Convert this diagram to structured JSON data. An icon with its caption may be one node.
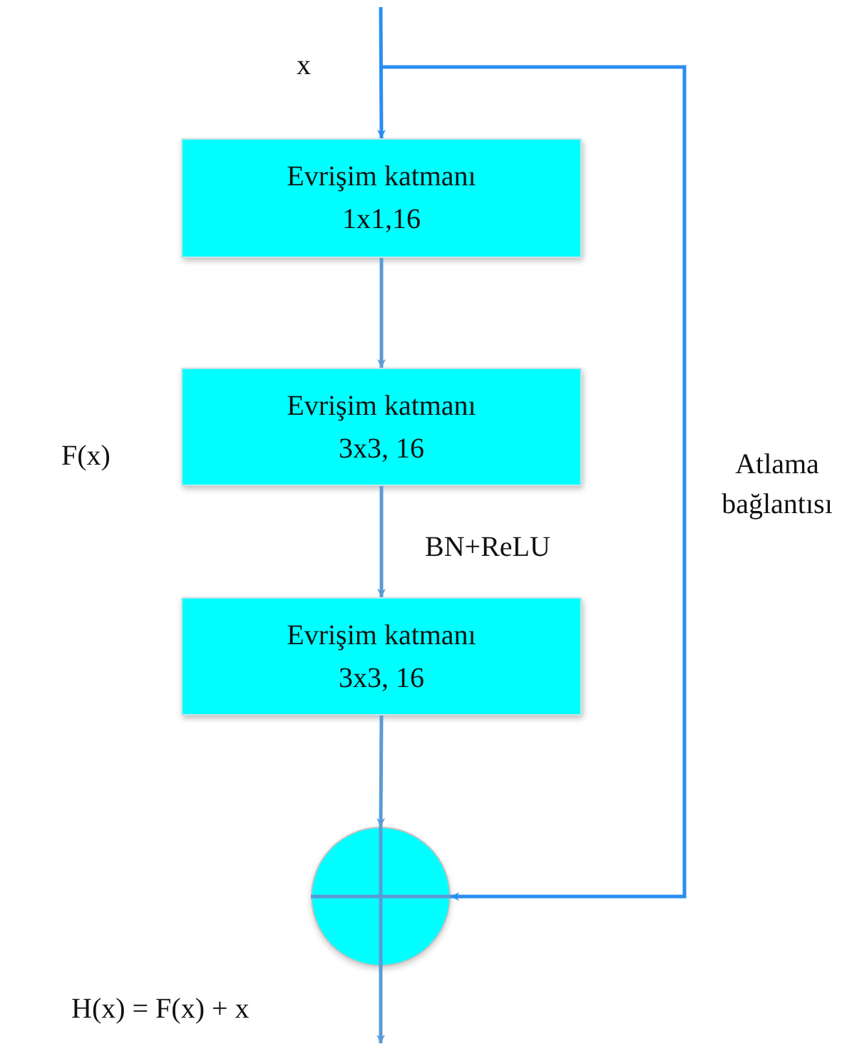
{
  "diagram": {
    "nodes": [
      {
        "text": [
          "Evrişim katmanı",
          "1x1,16"
        ]
      },
      {
        "text": [
          "Evrişim katmanı",
          "3x3, 16"
        ]
      },
      {
        "text": [
          "Evrişim katmanı",
          "3x3, 16"
        ]
      },
      {
        "text": [],
        "shape": "circle"
      }
    ],
    "edges": [
      {
        "from": null,
        "to": 0,
        "arrow": "to",
        "color": "#2a8ef0"
      },
      {
        "from": null,
        "to": 3,
        "arrow": "to",
        "color": "#2a8ef0"
      },
      {
        "from": 0,
        "to": 1,
        "arrow": "to"
      },
      {
        "from": 1,
        "to": 2,
        "arrow": "to"
      },
      {
        "from": 2,
        "to": 3,
        "arrow": "to"
      },
      {
        "from": 3,
        "to": null,
        "arrow": "to"
      }
    ],
    "labels": [
      "x",
      "F(x)",
      "Atlama bağlantısı",
      "BN+ReLU",
      "H(x) = F(x) + x"
    ]
  }
}
